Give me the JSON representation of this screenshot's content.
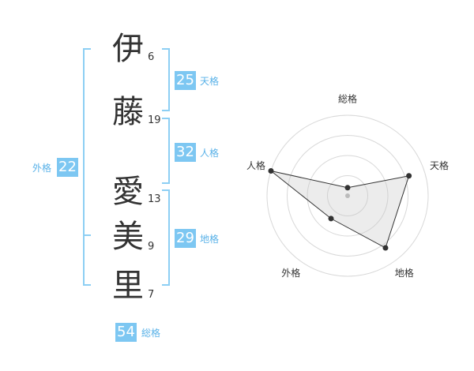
{
  "name": {
    "chars": [
      {
        "char": "伊",
        "strokes": "6"
      },
      {
        "char": "藤",
        "strokes": "19"
      },
      {
        "char": "愛",
        "strokes": "13"
      },
      {
        "char": "美",
        "strokes": "9"
      },
      {
        "char": "里",
        "strokes": "7"
      }
    ]
  },
  "kakusu": {
    "tenkaku": {
      "value": "25",
      "label": "天格"
    },
    "jinkaku": {
      "value": "32",
      "label": "人格"
    },
    "chikaku": {
      "value": "29",
      "label": "地格"
    },
    "gaikaku": {
      "value": "22",
      "label": "外格"
    },
    "soukaku": {
      "value": "54",
      "label": "総格"
    }
  },
  "chart_data": {
    "type": "radar",
    "axes": [
      "総格",
      "天格",
      "地格",
      "外格",
      "人格"
    ],
    "values": [
      0.1,
      0.8,
      0.8,
      0.35,
      1.0
    ],
    "max": 1,
    "rings": 4
  },
  "colors": {
    "accent": "#7dc7f2",
    "label": "#5ab2e8",
    "bracket": "#8dcff4"
  }
}
